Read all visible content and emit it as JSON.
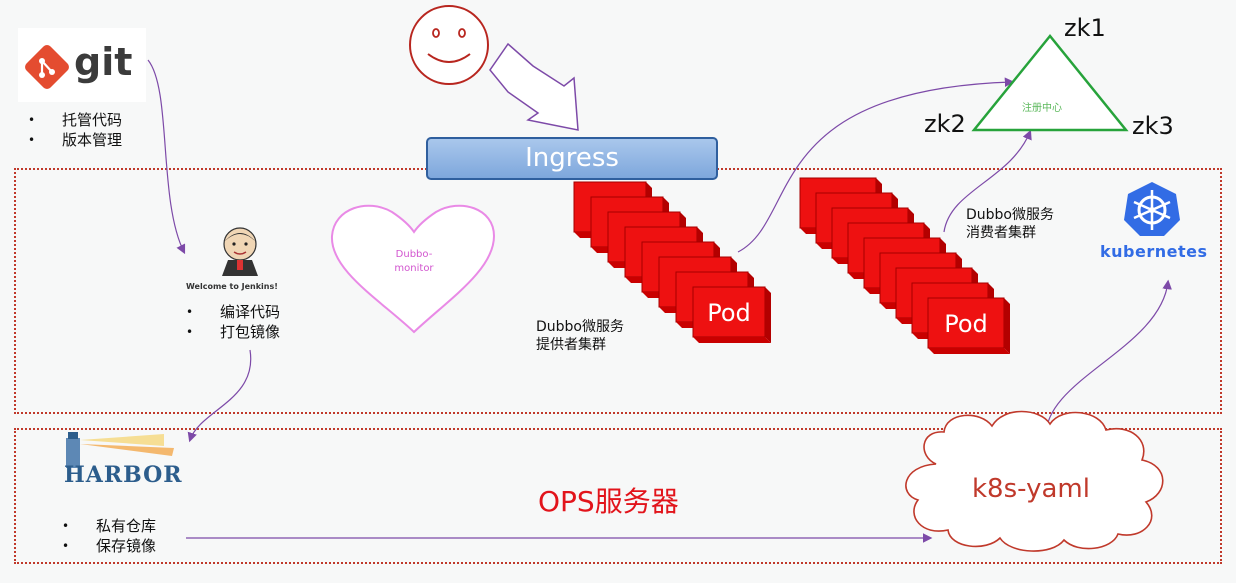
{
  "git": {
    "logo_text": "git",
    "bullets": [
      "托管代码",
      "版本管理"
    ]
  },
  "jenkins": {
    "caption": "Welcome to Jenkins!",
    "bullets": [
      "编译代码",
      "打包镜像"
    ]
  },
  "harbor": {
    "logo_text": "HARBOR",
    "bullets": [
      "私有仓库",
      "保存镜像"
    ]
  },
  "dubbo_monitor": {
    "label_line1": "Dubbo-",
    "label_line2": "monitor"
  },
  "ingress": {
    "label": "Ingress"
  },
  "provider_cluster": {
    "pod_label": "Pod",
    "label_line1": "Dubbo微服务",
    "label_line2": "提供者集群"
  },
  "consumer_cluster": {
    "pod_label": "Pod",
    "label_line1": "Dubbo微服务",
    "label_line2": "消费者集群"
  },
  "registry": {
    "center_label": "注册中心",
    "nodes": [
      "zk1",
      "zk2",
      "zk3"
    ]
  },
  "kubernetes": {
    "logo_text": "kubernetes"
  },
  "ops": {
    "title": "OPS服务器",
    "k8s_yaml": "k8s-yaml"
  },
  "colors": {
    "dotted_border": "#c0392b",
    "pod_fill": "#ee1111",
    "arrow_purple": "#7d4aa8",
    "triangle_green": "#27a33b",
    "heart_pink": "#e98ae6",
    "ops_red": "#e2141b",
    "k8s_blue": "#326ce5"
  }
}
